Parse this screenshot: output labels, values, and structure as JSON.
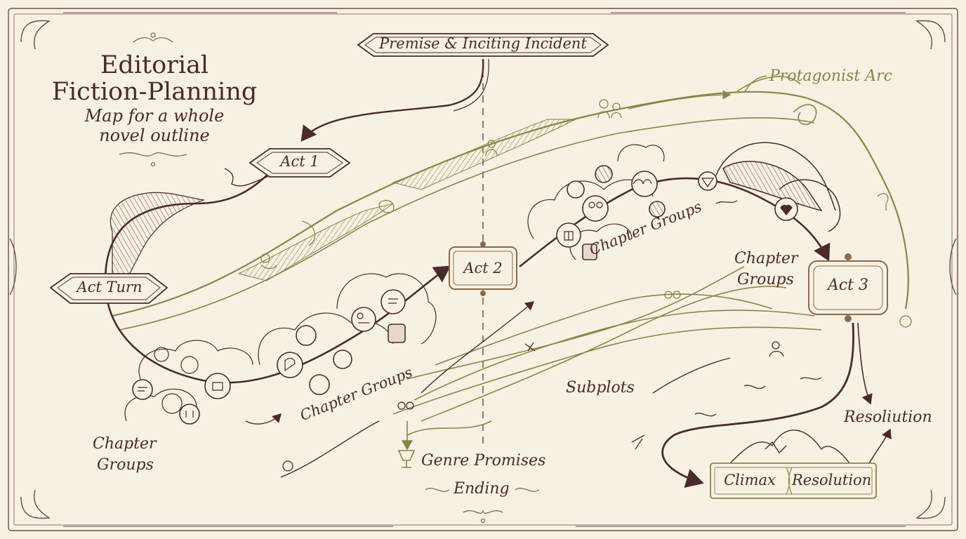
{
  "title": {
    "line1": "Editorial",
    "line2": "Fiction-Planning",
    "subtitle1": "Map for a whole",
    "subtitle2": "novel outline"
  },
  "nodes": {
    "premise": "Premise & Inciting Incident",
    "act1": "Act 1",
    "act_turn": "Act Turn",
    "act2": "Act 2",
    "act3": "Act 3",
    "climax": "Climax",
    "resolution_plaque": "Resolution"
  },
  "labels": {
    "protagonist_arc": "Protagonist Arc",
    "chapter_groups_act2": "Chapter Groups",
    "chapter_groups_left": "Chapter Groups",
    "chapter_groups_lower_left_1": "Chapter",
    "chapter_groups_lower_left_2": "Groups",
    "chapter_groups_right_1": "Chapter",
    "chapter_groups_right_2": "Groups",
    "subplots": "Subplots",
    "genre_promises": "Genre Promises",
    "ending": "Ending",
    "resolution_script": "Resoliution"
  },
  "colors": {
    "background": "#f7f1e3",
    "ink": "#4a2a2c",
    "olive": "#8a8448",
    "accent": "#7a4a4c"
  },
  "icons": [
    "person-icon",
    "speech-bubble-icon",
    "book-icon",
    "heart-icon",
    "diamond-icon",
    "handshake-icon",
    "question-icon",
    "couple-icon",
    "moon-icon",
    "chair-icon",
    "sword-icon"
  ]
}
